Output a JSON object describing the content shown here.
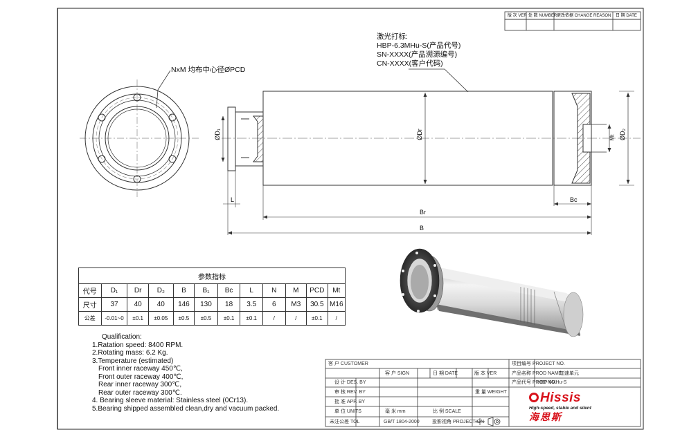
{
  "revision_header": [
    "版 次 VER",
    "处 数 NUMBER",
    "更改依据 CHANGE REASON",
    "日 期 DATE"
  ],
  "laser_mark": {
    "title": "激光打标:",
    "lines": [
      "HBP-6.3MHu-S(产品代号)",
      "SN-XXXX(产品溯源编号)",
      "CN-XXXX(客户代码)"
    ]
  },
  "hole_note": "NxM 均布中心径ØPCD",
  "dimension_labels": {
    "D1": "ØD₁",
    "Dr": "ØDr",
    "D2": "ØD₂",
    "Mt": "Mt",
    "L": "L",
    "Bc": "Bc",
    "Br": "Br",
    "B": "B"
  },
  "param_table": {
    "caption": "参数指标",
    "headers": [
      "代号",
      "D₁",
      "Dr",
      "D₂",
      "B",
      "B₁",
      "Bc",
      "L",
      "N",
      "M",
      "PCD",
      "Mt"
    ],
    "size_row": [
      "尺寸",
      "37",
      "40",
      "40",
      "146",
      "130",
      "18",
      "3.5",
      "6",
      "M3",
      "30.5",
      "M16"
    ],
    "tolerance_row": [
      "公差",
      "-0.01~0",
      "±0.1",
      "±0.05",
      "±0.5",
      "±0.5",
      "±0.1",
      "±0.1",
      "/",
      "/",
      "±0.1",
      "/"
    ]
  },
  "notes": {
    "title": "Qualification:",
    "items": [
      "1.Ratation speed:  8400 RPM.",
      "2.Rotating mass:  6.2 Kg.",
      "3.Temperature (estimated)",
      "Front inner raceway 450℃,",
      "Front outer raceway 400℃,",
      "Rear inner raceway 300℃,",
      "Rear outer raceway 300℃.",
      "4. Bearing sleeve material: Stainless steel (0Cr13).",
      "5.Bearing shipped assembled clean,dry and vacuum packed."
    ]
  },
  "title_block": {
    "customer": "客 户 CUSTOMER",
    "cells": [
      "客 户 CUSTOMER",
      "客 户 SIGN",
      "日 期 DATE",
      "版 本 VER",
      "设 计 DES. BY",
      "审 核 REV. BY",
      "批 准 APP. BY",
      "单 位 UNITS",
      "毫 米 mm",
      "比 例 SCALE",
      "未注公差 TOL",
      "GB/T 1804-2000",
      "投影视角 PROJECTION",
      "项目编号 PROJECT NO.",
      "产品名称 PROD NAME",
      "加速单元",
      "产品代号 PROD NO.",
      "HBP-6MHu-S",
      "重 量 WEIGHT"
    ],
    "logo": "Hissis",
    "tagline": "High-speed, stable and silent",
    "logo_cn": "海思斯"
  }
}
